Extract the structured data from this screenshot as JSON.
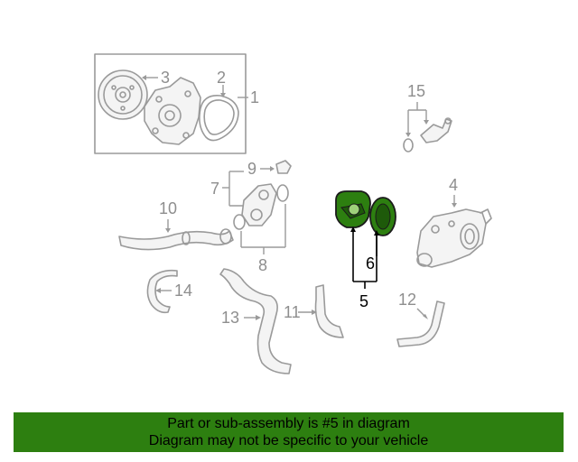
{
  "callouts": {
    "c1": "1",
    "c2": "2",
    "c3": "3",
    "c4": "4",
    "c5": "5",
    "c6": "6",
    "c7": "7",
    "c8": "8",
    "c9": "9",
    "c10": "10",
    "c11": "11",
    "c12": "12",
    "c13": "13",
    "c14": "14",
    "c15": "15"
  },
  "highlight": {
    "parts": [
      "5",
      "6"
    ],
    "color": "#2d7f10"
  },
  "banner": {
    "line1": "Part or sub-assembly is #5 in diagram",
    "line2": "Diagram may not be specific to your vehicle",
    "color": "#2d7f10"
  }
}
